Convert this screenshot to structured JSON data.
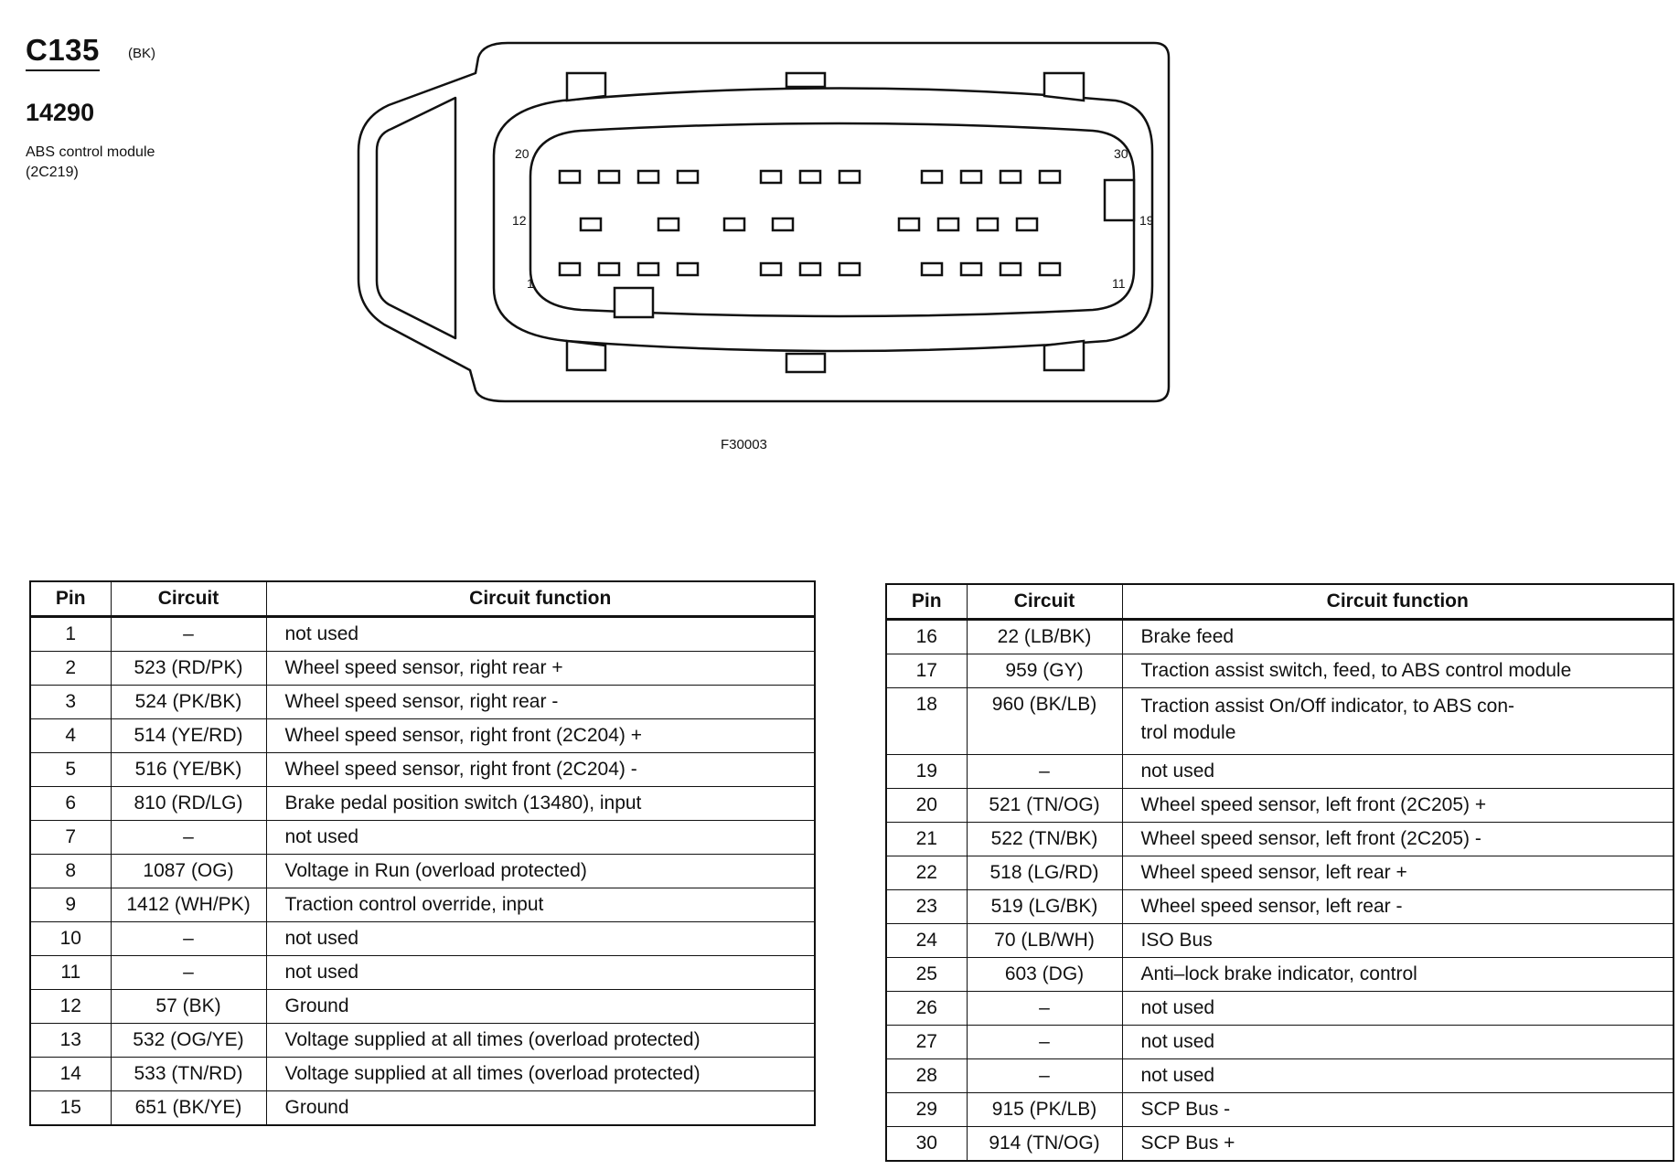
{
  "connector": {
    "id": "C135",
    "color_code": "(BK)",
    "part_number": "14290",
    "module_name": "ABS control module",
    "module_code": "(2C219)",
    "figure_code": "F30003",
    "pin_labels": {
      "p20": "20",
      "p30": "30",
      "p12": "12",
      "p19": "19",
      "p1": "1",
      "p11": "11"
    }
  },
  "table_headers": {
    "pin": "Pin",
    "circuit": "Circuit",
    "function": "Circuit function"
  },
  "left_rows": [
    {
      "pin": "1",
      "circuit": "–",
      "function": "not used"
    },
    {
      "pin": "2",
      "circuit": "523 (RD/PK)",
      "function": "Wheel speed sensor, right rear +"
    },
    {
      "pin": "3",
      "circuit": "524 (PK/BK)",
      "function": "Wheel speed sensor, right rear -"
    },
    {
      "pin": "4",
      "circuit": "514 (YE/RD)",
      "function": "Wheel speed sensor, right front (2C204) +"
    },
    {
      "pin": "5",
      "circuit": "516 (YE/BK)",
      "function": "Wheel speed sensor, right front (2C204) -"
    },
    {
      "pin": "6",
      "circuit": "810 (RD/LG)",
      "function": "Brake pedal position switch (13480), input"
    },
    {
      "pin": "7",
      "circuit": "–",
      "function": "not used"
    },
    {
      "pin": "8",
      "circuit": "1087 (OG)",
      "function": "Voltage in Run (overload protected)"
    },
    {
      "pin": "9",
      "circuit": "1412 (WH/PK)",
      "function": "Traction control override, input"
    },
    {
      "pin": "10",
      "circuit": "–",
      "function": "not used"
    },
    {
      "pin": "11",
      "circuit": "–",
      "function": "not used"
    },
    {
      "pin": "12",
      "circuit": "57 (BK)",
      "function": "Ground"
    },
    {
      "pin": "13",
      "circuit": "532 (OG/YE)",
      "function": "Voltage supplied at all times (overload protected)"
    },
    {
      "pin": "14",
      "circuit": "533 (TN/RD)",
      "function": "Voltage supplied at all times (overload protected)"
    },
    {
      "pin": "15",
      "circuit": "651 (BK/YE)",
      "function": "Ground"
    }
  ],
  "right_rows": [
    {
      "pin": "16",
      "circuit": "22 (LB/BK)",
      "function": "Brake feed"
    },
    {
      "pin": "17",
      "circuit": "959 (GY)",
      "function": "Traction assist switch, feed, to ABS control module"
    },
    {
      "pin": "18",
      "circuit": "960 (BK/LB)",
      "function": "Traction assist On/Off indicator, to ABS con-",
      "function_line2": "trol module"
    },
    {
      "pin": "19",
      "circuit": "–",
      "function": "not used"
    },
    {
      "pin": "20",
      "circuit": "521 (TN/OG)",
      "function": "Wheel speed sensor, left front (2C205) +"
    },
    {
      "pin": "21",
      "circuit": "522 (TN/BK)",
      "function": "Wheel speed sensor, left front (2C205) -"
    },
    {
      "pin": "22",
      "circuit": "518 (LG/RD)",
      "function": "Wheel speed sensor, left rear +"
    },
    {
      "pin": "23",
      "circuit": "519 (LG/BK)",
      "function": "Wheel speed sensor, left rear -"
    },
    {
      "pin": "24",
      "circuit": "70 (LB/WH)",
      "function": "ISO Bus"
    },
    {
      "pin": "25",
      "circuit": "603 (DG)",
      "function": "Anti–lock brake indicator, control"
    },
    {
      "pin": "26",
      "circuit": "–",
      "function": "not used"
    },
    {
      "pin": "27",
      "circuit": "–",
      "function": "not used"
    },
    {
      "pin": "28",
      "circuit": "–",
      "function": "not used"
    },
    {
      "pin": "29",
      "circuit": "915 (PK/LB)",
      "function": "SCP Bus -"
    },
    {
      "pin": "30",
      "circuit": "914 (TN/OG)",
      "function": "SCP Bus +"
    }
  ]
}
